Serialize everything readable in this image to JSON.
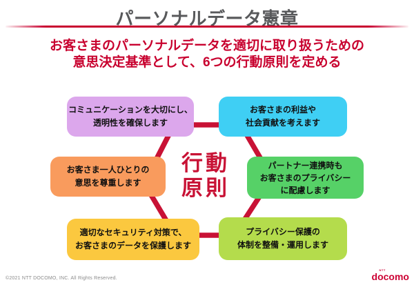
{
  "title": "パーソナルデータ憲章",
  "subtitle": {
    "line1": "お客さまのパーソナルデータを適切に取り扱うための",
    "line2": "意思決定基準として、6つの行動原則を定める"
  },
  "center_label": "行動\n原則",
  "principles": [
    {
      "name": "communication",
      "text": "コミュニケーションを大切にし、\n透明性を確保します",
      "color": "#DCA7EC"
    },
    {
      "name": "customer-benefit",
      "text": "お客さまの利益や\n社会貢献を考えます",
      "color": "#3FCFF4"
    },
    {
      "name": "respect-intent",
      "text": "お客さま一人ひとりの\n意思を尊重します",
      "color": "#F99B5D"
    },
    {
      "name": "partner-privacy",
      "text": "パートナー連携時も\nお客さまのプライバシー\nに配慮します",
      "color": "#56D167"
    },
    {
      "name": "security",
      "text": "適切なセキュリティ対策で、\nお客さまのデータを保護します",
      "color": "#FBC83F"
    },
    {
      "name": "privacy-system",
      "text": "プライバシー保護の\n体制を整備・運用します",
      "color": "#B4DC4C"
    }
  ],
  "colors": {
    "title_text": "#58595B",
    "red_text": "#C8002E",
    "shape_red": "#C81235"
  },
  "footer": {
    "copyright": "©2021 NTT DOCOMO, INC. All Rights Reserved.",
    "logo_ntt": "NTT",
    "logo_text": "docomo",
    "logo_color": "#CC0033"
  }
}
